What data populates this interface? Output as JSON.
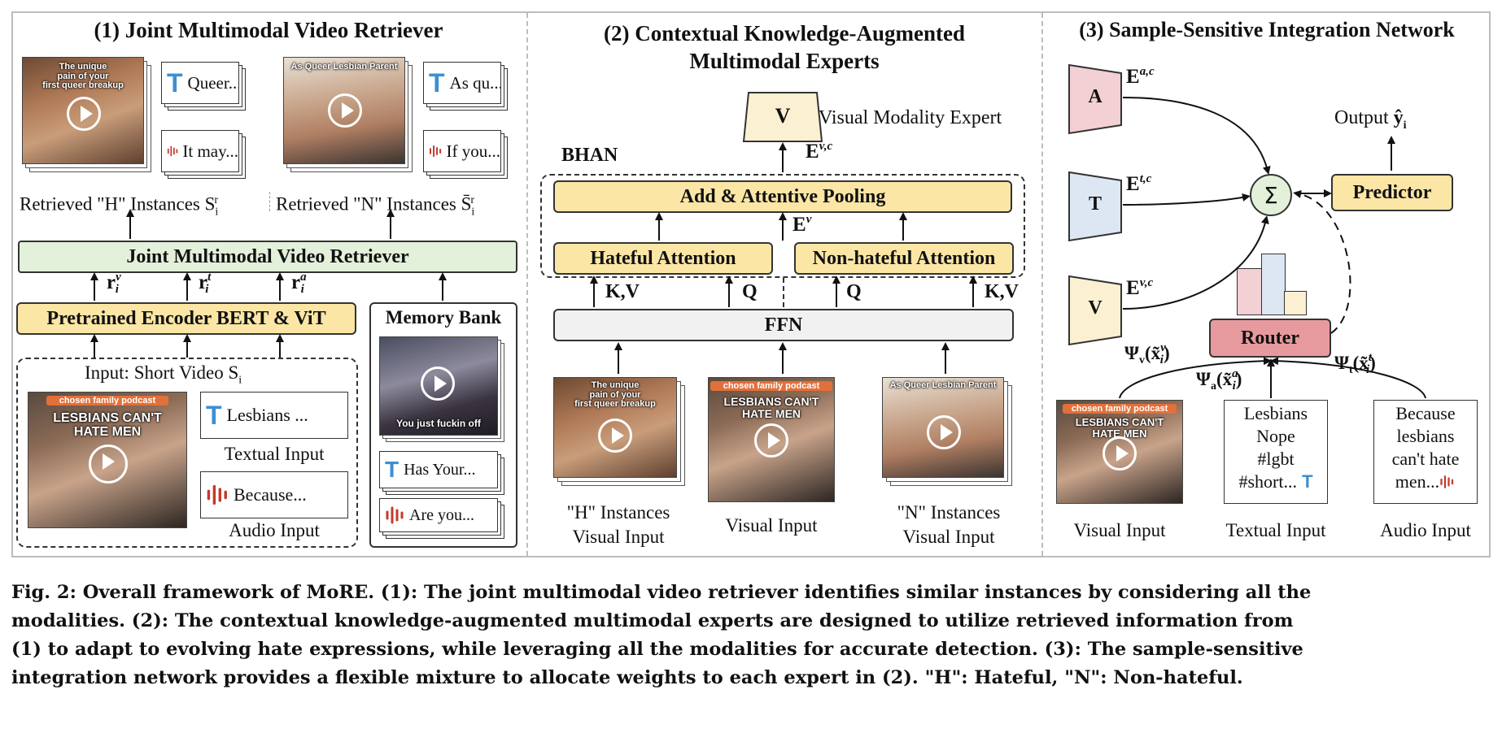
{
  "panels": {
    "p1_title": "(1) Joint Multimodal Video Retriever",
    "p2_title": [
      "(2) Contextual Knowledge-Augmented",
      "Multimodal Experts"
    ],
    "p3_title": "(3) Sample-Sensitive Integration Network"
  },
  "p1": {
    "retrieved_h": "Retrieved \"H\" Instances S",
    "retrieved_n": "Retrieved \"N\" Instances S̄",
    "retriever_box": "Joint Multimodal Video Retriever",
    "encoder_box": "Pretrained Encoder BERT & ViT",
    "memory_bank": "Memory Bank",
    "input_label": "Input: Short Video S",
    "textual_input": "Textual Input",
    "audio_input": "Audio Input",
    "card_text_input": "Lesbians ...",
    "card_audio_input": "Because...",
    "card_h_text": "Queer...",
    "card_h_audio": "It may...",
    "card_n_text": "As qu...",
    "card_n_audio": "If you...",
    "card_mem_text": "Has Your...",
    "card_mem_audio": "Are you...",
    "r_v": "r",
    "r_t": "r",
    "r_a": "r",
    "sub_i": "i",
    "sup_v": "v",
    "sup_t": "t",
    "sup_a": "a",
    "sup_r": "r"
  },
  "p2": {
    "bhan": "BHAN",
    "visual_expert_box": "V",
    "visual_expert_label": "Visual Modality Expert",
    "pooling_box": "Add & Attentive Pooling",
    "hateful_att": "Hateful Attention",
    "nonhateful_att": "Non-hateful Attention",
    "ffn": "FFN",
    "kv": "K,V",
    "q": "Q",
    "h_instances": [
      "\"H\" Instances",
      "Visual Input"
    ],
    "visual_input": "Visual Input",
    "n_instances": [
      "\"N\" Instances",
      "Visual Input"
    ],
    "e_sym": "E",
    "sup_vc": "v,c",
    "sup_v": "v"
  },
  "p3": {
    "expert_a": "A",
    "expert_t": "T",
    "expert_v": "V",
    "sup_ac": "a,c",
    "sup_tc": "t,c",
    "sup_vc": "v,c",
    "sum_symbol": "Σ",
    "predictor": "Predictor",
    "output_label": "Output",
    "router": "Router",
    "psi_v": "Ψ",
    "psi_a": "Ψ",
    "psi_t": "Ψ",
    "visual_input": "Visual Input",
    "textual_input": "Textual Input",
    "audio_input": "Audio Input",
    "text_lines": [
      "Lesbians",
      "Nope",
      "#lgbt",
      "#short..."
    ],
    "audio_lines": [
      "Because",
      "lesbians",
      "can't hate",
      "men..."
    ]
  },
  "video_texts": {
    "breakup": [
      "The unique",
      "pain of your",
      "first queer breakup"
    ],
    "parent": "As Queer Lesbian Parent",
    "podcast_tag": "chosen family podcast",
    "podcast": [
      "LESBIANS CAN'T",
      "HATE MEN"
    ],
    "memory": "You just fuckin off"
  },
  "caption": [
    "Fig. 2: Overall framework of MoRE. (1): The joint multimodal video retriever identifies similar instances by considering all the",
    "modalities. (2): The contextual knowledge-augmented multimodal experts are designed to utilize retrieved information from",
    "(1) to adapt to evolving hate expressions, while leveraging all the modalities for accurate detection. (3): The sample-sensitive",
    "integration network provides a flexible mixture to allocate weights to each expert in (2). \"H\": Hateful, \"N\": Non-hateful."
  ],
  "colors": {
    "yellow": "#fbe6a6",
    "green": "#e3f0da",
    "red": "#e79a9e",
    "pink": "#f2d0d3",
    "blue": "#dce7f3",
    "cream": "#fbf1d2",
    "text_icon": "#3d8fd1",
    "audio_icon": "#c23b2e"
  },
  "icons": [
    "play-icon",
    "text-t-icon",
    "audio-wave-icon",
    "sum-icon"
  ]
}
